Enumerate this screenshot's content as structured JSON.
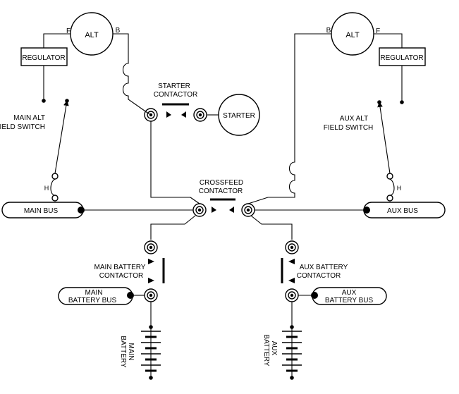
{
  "labels": {
    "alt": "ALT",
    "alt_f": "F",
    "alt_b": "B",
    "regulator": "REGULATOR",
    "starter_contactor": [
      "STARTER",
      "CONTACTOR"
    ],
    "starter": "STARTER",
    "main_alt_field_switch": [
      "MAIN ALT",
      "FIELD SWITCH"
    ],
    "aux_alt_field_switch": [
      "AUX ALT",
      "FIELD SWITCH"
    ],
    "h": "H",
    "crossfeed_contactor": [
      "CROSSFEED",
      "CONTACTOR"
    ],
    "main_bus": "MAIN BUS",
    "aux_bus": "AUX BUS",
    "main_battery_contactor": [
      "MAIN BATTERY",
      "CONTACTOR"
    ],
    "aux_battery_contactor": [
      "AUX BATTERY",
      "CONTACTOR"
    ],
    "main_battery_bus": [
      "MAIN",
      "BATTERY BUS"
    ],
    "aux_battery_bus": [
      "AUX",
      "BATTERY BUS"
    ],
    "main_battery": [
      "MAIN",
      "BATTERY"
    ],
    "aux_battery": [
      "AUX",
      "BATTERY"
    ]
  }
}
